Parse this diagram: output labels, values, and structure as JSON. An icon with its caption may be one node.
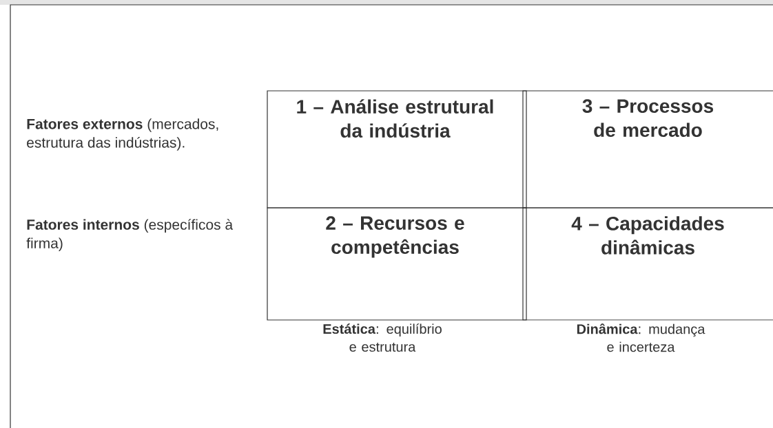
{
  "diagram": {
    "nodes": [
      {
        "text": [
          "1 – Análise estrutural da indústria"
        ]
      },
      {
        "text": [
          "3 – Processos de mercado"
        ]
      },
      {
        "text": [
          "2 – Recursos e competências"
        ]
      },
      {
        "text": [
          "4 – Capacidades dinâmicas"
        ]
      }
    ],
    "labels": [
      "**Fatores externos** (mercados, estrutura das indústrias).",
      "**Fatores internos** (específicos à firma)",
      "**Estática**: equilíbrio e estrutura",
      "**Dinâmica**: mudança e incerteza"
    ]
  }
}
